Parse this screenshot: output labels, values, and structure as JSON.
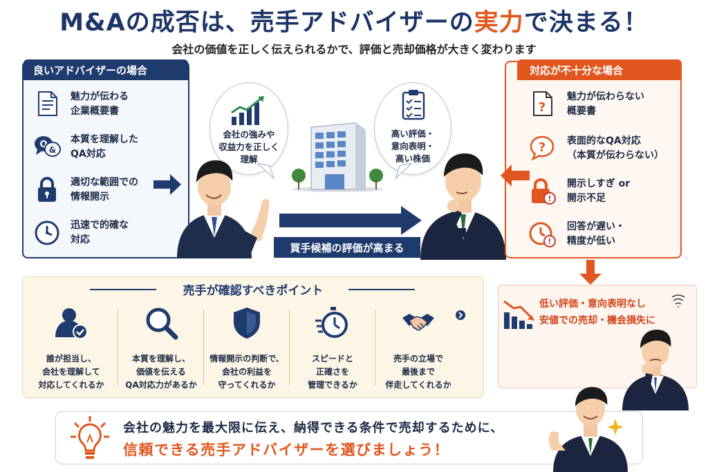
{
  "title": {
    "prefix": "M&Aの成否は、売手アドバイザーの",
    "highlight": "実力",
    "suffix": "で決まる！"
  },
  "subtitle": "会社の価値を正しく伝えられるかで、評価と売却価格が大きく変わります",
  "good_panel": {
    "header": "良いアドバイザーの場合",
    "items": [
      {
        "icon": "document-icon",
        "line1": "魅力が伝わる",
        "line2": "企業概要書"
      },
      {
        "icon": "qa-chat-icon",
        "line1": "本質を理解した",
        "line2": "QA対応"
      },
      {
        "icon": "lock-icon",
        "line1": "適切な範囲での",
        "line2": "情報開示"
      },
      {
        "icon": "clock-icon",
        "line1": "迅速で的確な",
        "line2": "対応"
      }
    ]
  },
  "bad_panel": {
    "header": "対応が不十分な場合",
    "items": [
      {
        "icon": "document-question-icon",
        "line1": "魅力が伝わらない",
        "line2": "概要書"
      },
      {
        "icon": "question-bubble-icon",
        "line1": "表面的なQA対応",
        "line2": "（本質が伝わらない）"
      },
      {
        "icon": "lock-warning-icon",
        "line1": "開示しすぎ or",
        "line2": "開示不足"
      },
      {
        "icon": "clock-warning-icon",
        "line1": "回答が遅い・",
        "line2": "精度が低い"
      }
    ]
  },
  "bubble_left": {
    "line1": "会社の強みや",
    "line2": "収益力を正しく",
    "line3": "理解"
  },
  "bubble_right": {
    "line1": "高い評価・",
    "line2": "意向表明・",
    "line3": "高い株価"
  },
  "arrow_label": "買手候補の評価が高まる",
  "points": {
    "title": "売手が確認すべきポイント",
    "items": [
      {
        "icon": "person-check-icon",
        "line1": "誰が担当し、",
        "line2": "会社を理解して",
        "line3": "対応してくれるか"
      },
      {
        "icon": "magnifier-icon",
        "line1": "本質を理解し、",
        "line2": "価値を伝える",
        "line3": "QA対応力があるか"
      },
      {
        "icon": "shield-icon",
        "line1": "情報開示の判断で、",
        "line2": "会社の利益を",
        "line3": "守ってくれるか"
      },
      {
        "icon": "stopwatch-icon",
        "line1": "スピードと",
        "line2": "正確さを",
        "line3": "管理できるか"
      },
      {
        "icon": "handshake-icon",
        "line1": "売手の立場で",
        "line2": "最後まで",
        "line3": "伴走してくれるか"
      }
    ]
  },
  "result": {
    "line1": "低い評価・意向表明なし",
    "line2": "安値での売却・機会損失に"
  },
  "cta": {
    "line1": "会社の魅力を最大限に伝え、納得できる条件で売却するために、",
    "line2": "信頼できる売手アドバイザーを選びましょう！"
  },
  "colors": {
    "navy": "#1f3a6d",
    "orange": "#e0561e"
  }
}
